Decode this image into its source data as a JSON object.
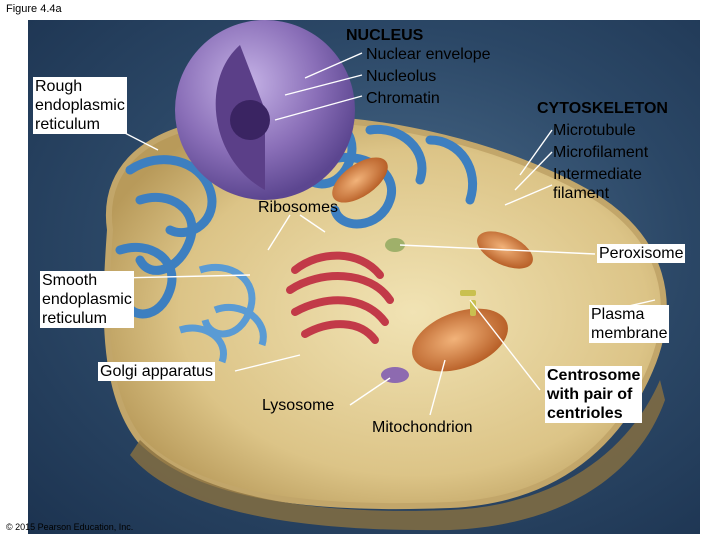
{
  "figure_label": "Figure 4.4a",
  "copyright": "© 2015 Pearson Education, Inc.",
  "labels": {
    "nucleus": {
      "title": "NUCLEUS",
      "items": [
        "Nuclear envelope",
        "Nucleolus",
        "Chromatin"
      ]
    },
    "rough_er": [
      "Rough",
      "endoplasmic",
      "reticulum"
    ],
    "cytoskeleton": {
      "title": "CYTOSKELETON",
      "items": [
        "Microtubule",
        "Microfilament",
        "Intermediate",
        "filament"
      ]
    },
    "ribosomes": "Ribosomes",
    "peroxisome": "Peroxisome",
    "smooth_er": [
      "Smooth",
      "endoplasmic",
      "reticulum"
    ],
    "plasma_membrane": [
      "Plasma",
      "membrane"
    ],
    "golgi": "Golgi apparatus",
    "lysosome": "Lysosome",
    "mitochondrion": "Mitochondrion",
    "centrosome": [
      "Centrosome",
      "with pair of",
      "centrioles"
    ]
  },
  "colors": {
    "background": "#2b4766",
    "cytoplasm": "#e8d49a",
    "nucleus": "#8a6fb8",
    "rough_er": "#3d7fc0",
    "golgi": "#c23a48",
    "mitochondrion": "#d87a38",
    "leader_line": "#ffffff"
  }
}
